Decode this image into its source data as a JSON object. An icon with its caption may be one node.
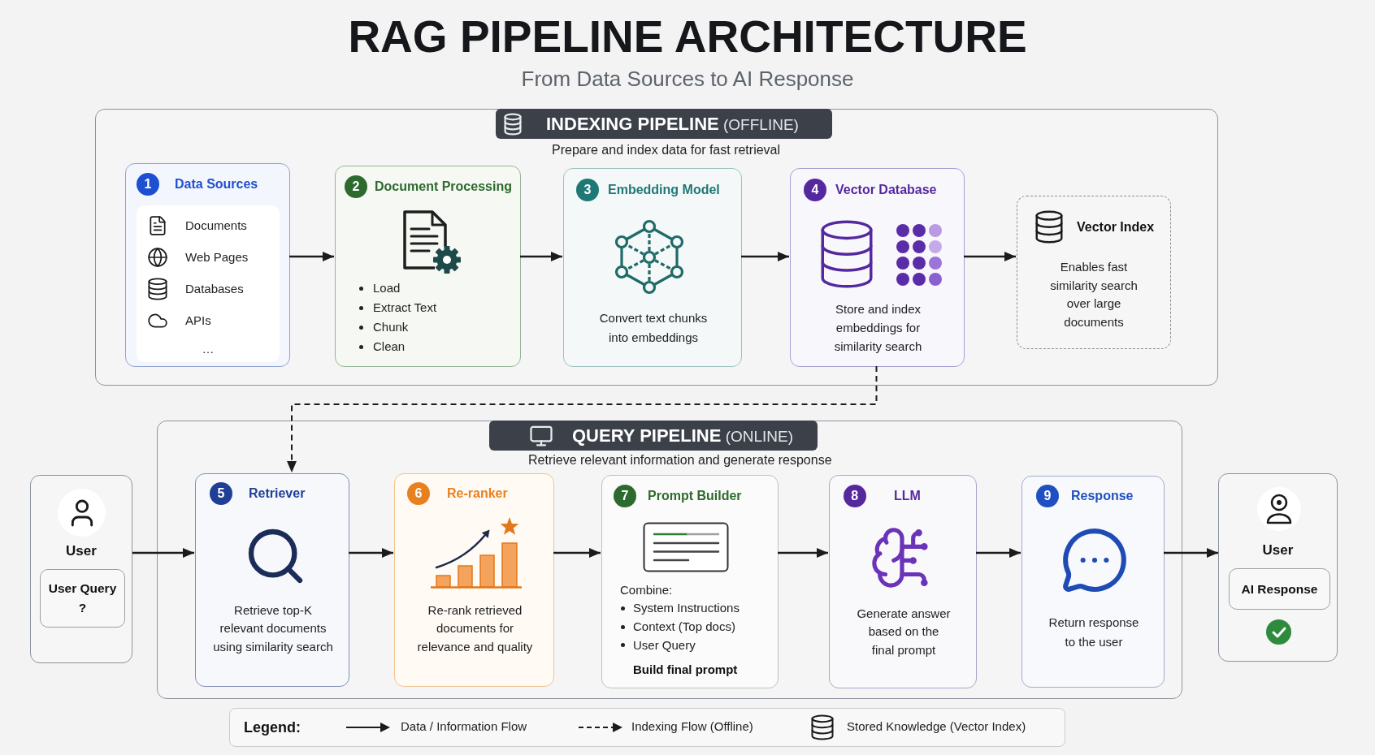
{
  "diagram": {
    "title": "RAG PIPELINE ARCHITECTURE",
    "nodes": [
      {
        "text": [
          "**INDEXING PIPELINE** (OFFLINE)",
          "Prepare and index data for fast retrieval"
        ]
      },
      {
        "text": [
          "1",
          "Data Sources"
        ],
        "in": 0
      },
      {
        "text": [
          "Documents",
          "Web Pages",
          "Databases",
          "APIs",
          "…"
        ],
        "in": 1
      },
      {
        "text": [
          "2",
          "Document Processing",
          "Load",
          "Extract Text",
          "Chunk",
          "Clean"
        ],
        "in": 0
      },
      {
        "text": [
          "3",
          "Embedding Model",
          "Convert text chunks into embeddings"
        ],
        "in": 0
      },
      {
        "text": [
          "4",
          "Vector Database",
          "Store and index embeddings for similarity search"
        ],
        "in": 0
      },
      {
        "text": [
          "Vector Index",
          "Enables fast similarity search over large documents"
        ],
        "in": 0
      },
      {
        "text": [
          "**QUERY PIPELINE** (ONLINE)",
          "Retrieve relevant information and generate response"
        ]
      },
      {
        "text": [
          "User"
        ]
      },
      {
        "text": [
          "User Query",
          "?"
        ],
        "in": 8
      },
      {
        "text": [
          "5",
          "Retriever",
          "Retrieve top-K relevant documents using similarity search"
        ],
        "in": 7
      },
      {
        "text": [
          "6",
          "Re-ranker",
          "Re-rank retrieved documents for relevance and quality"
        ],
        "in": 7
      },
      {
        "text": [
          "7",
          "Prompt Builder",
          "Combine:",
          "System Instructions",
          "Context (Top docs)",
          "User Query",
          "Build final prompt"
        ],
        "in": 7
      },
      {
        "text": [
          "8",
          "LLM",
          "Generate answer based on the final prompt"
        ],
        "in": 7
      },
      {
        "text": [
          "9",
          "Response",
          "Return response to the user"
        ],
        "in": 7
      },
      {
        "text": [
          "User"
        ]
      },
      {
        "text": [
          "AI Response"
        ],
        "in": 15
      }
    ],
    "edges": [
      {
        "from": 1,
        "to": 3,
        "arrow": "to"
      },
      {
        "from": 3,
        "to": 4,
        "arrow": "to"
      },
      {
        "from": 4,
        "to": 5,
        "arrow": "to"
      },
      {
        "from": 5,
        "to": 6,
        "arrow": "to"
      },
      {
        "from": 5,
        "to": 10,
        "arrow": "to",
        "style": "dashed"
      },
      {
        "from": 8,
        "to": 10,
        "arrow": "to"
      },
      {
        "from": 10,
        "to": 11,
        "arrow": "to"
      },
      {
        "from": 11,
        "to": 12,
        "arrow": "to"
      },
      {
        "from": 12,
        "to": 13,
        "arrow": "to"
      },
      {
        "from": 13,
        "to": 14,
        "arrow": "to"
      },
      {
        "from": 14,
        "to": 15,
        "arrow": "to"
      }
    ],
    "labels": [
      "From Data Sources to AI Response",
      "Legend:"
    ],
    "legend": [
      {
        "text": "Data / Information Flow"
      },
      {
        "text": "Indexing Flow (Offline)"
      },
      {
        "text": "Stored Knowledge (Vector Index)"
      }
    ]
  }
}
